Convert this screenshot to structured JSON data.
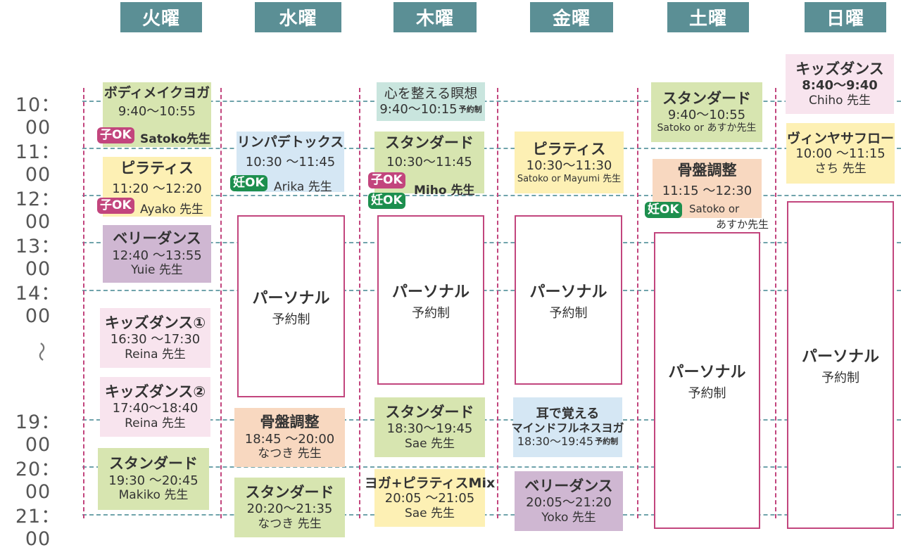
{
  "days": [
    "火曜",
    "水曜",
    "木曜",
    "金曜",
    "土曜",
    "日曜"
  ],
  "times": [
    "10：00",
    "11：00",
    "12：00",
    "13：00",
    "14：00",
    "19：00",
    "20：00",
    "21：00"
  ],
  "tilde": "〜",
  "badges": {
    "kid": "子OK",
    "pregnant": "妊OK"
  },
  "personal": {
    "title": "パーソナル",
    "sub": "予約制"
  },
  "tue": {
    "c1": {
      "title": "ボディメイクヨガ",
      "time": "9:40〜10:55",
      "teacher": "Satoko先生"
    },
    "c2": {
      "title": "ピラティス",
      "time": "11:20 〜12:20",
      "teacher": "Ayako 先生"
    },
    "c3": {
      "title": "ベリーダンス",
      "time": "12:40 〜13:55",
      "teacher": "Yuie 先生"
    },
    "c4": {
      "title": "キッズダンス①",
      "time": "16:30 〜17:30",
      "teacher": "Reina 先生"
    },
    "c5": {
      "title": "キッズダンス②",
      "time": "17:40〜18:40",
      "teacher": "Reina 先生"
    },
    "c6": {
      "title": "スタンダード",
      "time": "19:30 〜20:45",
      "teacher": "Makiko 先生"
    }
  },
  "wed": {
    "c1": {
      "title": "リンパデトックス",
      "time": "10:30 〜11:45",
      "teacher": "Arika 先生"
    },
    "c2": {
      "title": "骨盤調整",
      "time": "18:45 〜20:00",
      "teacher": "なつき 先生"
    },
    "c3": {
      "title": "スタンダード",
      "time": "20:20〜21:35",
      "teacher": "なつき 先生"
    }
  },
  "thu": {
    "c1": {
      "title": "心を整える瞑想",
      "time": "9:40〜10:15",
      "note": "予約制"
    },
    "c2": {
      "title": "スタンダード",
      "time": "10:30〜11:45",
      "teacher": "Miho 先生"
    },
    "c3": {
      "title": "スタンダード",
      "time": "18:30〜19:45",
      "teacher": "Sae 先生"
    },
    "c4": {
      "title": "ヨガ+ピラティスMix",
      "time": "20:05 〜21:05",
      "teacher": "Sae 先生"
    }
  },
  "fri": {
    "c1": {
      "title": "ピラティス",
      "time": "10:30〜11:30",
      "teacher": "Satoko or Mayumi 先生"
    },
    "c2": {
      "title": "耳で覚える",
      "title2": "マインドフルネスヨガ",
      "time": "18:30〜19:45",
      "note": "予約制"
    },
    "c3": {
      "title": "ベリーダンス",
      "time": "20:05〜21:20",
      "teacher": "Yoko 先生"
    }
  },
  "sat": {
    "c1": {
      "title": "スタンダード",
      "time": "9:40〜10:55",
      "teacher": "Satoko or あすか先生"
    },
    "c2": {
      "title": "骨盤調整",
      "time": "11:15 〜12:30",
      "teacher": "Satoko or",
      "teacher2": "あすか先生"
    }
  },
  "sun": {
    "c1": {
      "title": "キッズダンス",
      "time": "8:40〜9:40",
      "teacher": "Chiho 先生"
    },
    "c2": {
      "title": "ヴィンヤサフロー",
      "time": "10:00 〜11:15",
      "teacher": "さち 先生"
    }
  }
}
